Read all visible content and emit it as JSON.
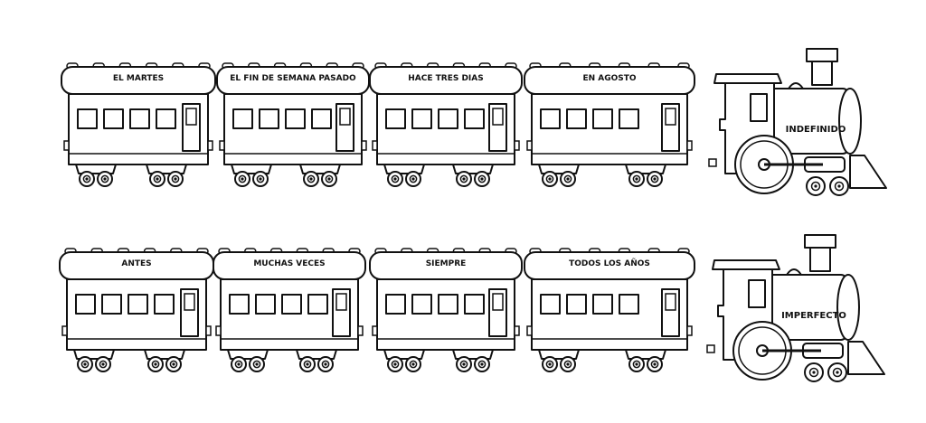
{
  "trains": [
    {
      "cars": [
        "EL MARTES",
        "EL FIN DE SEMANA PASADO",
        "HACE TRES DIAS",
        "EN AGOSTO"
      ],
      "engine": "INDEFINIDO"
    },
    {
      "cars": [
        "ANTES",
        "MUCHAS VECES",
        "SIEMPRE",
        "TODOS LOS AÑOS"
      ],
      "engine": "IMPERFECTO"
    }
  ],
  "colors": {
    "ink": "#111111",
    "paper": "#ffffff"
  }
}
